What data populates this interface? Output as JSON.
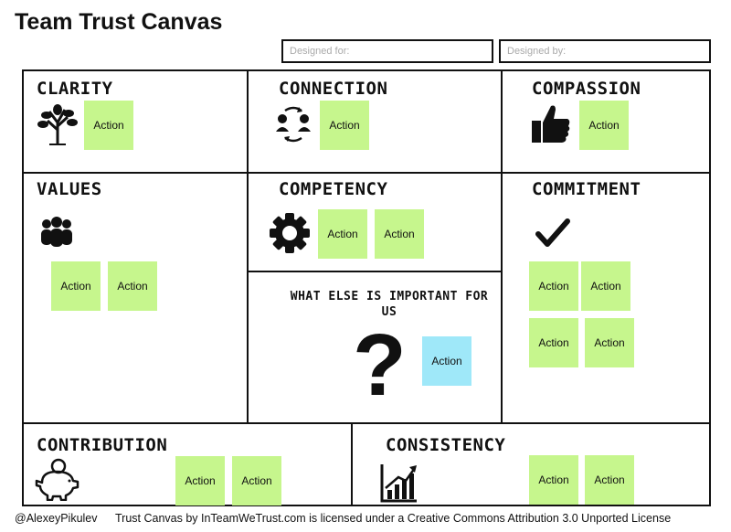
{
  "title": "Team Trust Canvas",
  "fields": {
    "designed_for": "Designed for:",
    "designed_by": "Designed by:"
  },
  "sections": {
    "clarity": "CLARITY",
    "connection": "CONNECTION",
    "compassion": "COMPASSION",
    "values": "VALUES",
    "competency": "COMPETENCY",
    "commitment": "COMMITMENT",
    "what_else": "WHAT ELSE IS IMPORTANT FOR US",
    "contribution": "CONTRIBUTION",
    "consistency": "CONSISTENCY"
  },
  "note_label": "Action",
  "icons": [
    "tree-icon",
    "people-exchange-icon",
    "thumbs-up-icon",
    "group-icon",
    "gear-icon",
    "checkmark-icon",
    "question-mark-icon",
    "piggy-bank-icon",
    "growth-chart-icon"
  ],
  "colors": {
    "green_note": "#c6f68d",
    "blue_note": "#9fe8f9"
  },
  "footer": {
    "author": "@AlexeyPikulev",
    "license": "Trust Canvas by InTeamWeTrust.com is licensed under a Creative Commons Attribution 3.0 Unported License"
  }
}
